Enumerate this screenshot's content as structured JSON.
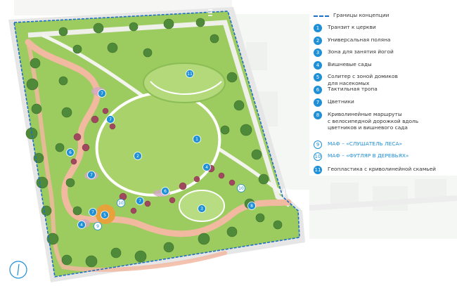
{
  "legend": {
    "boundary_label": "Границы концепции",
    "items": [
      {
        "number": "1",
        "label": "Транзит к церкви",
        "style": "filled"
      },
      {
        "number": "2",
        "label": "Универсальная поляна",
        "style": "filled"
      },
      {
        "number": "3",
        "label": "Зона для занятия йогой",
        "style": "filled"
      },
      {
        "number": "4",
        "label": "Вишневые сады",
        "style": "filled"
      },
      {
        "number": "5",
        "label": "Солитер с зоной домиков\nдля насекомых",
        "style": "filled"
      },
      {
        "number": "6",
        "label": "Тактильная тропа",
        "style": "filled"
      },
      {
        "number": "7",
        "label": "Цветники",
        "style": "filled"
      },
      {
        "number": "8",
        "label": "Криволинейные маршруты\nс велосипедной дорожкой вдоль\nцветников и вишневого сада",
        "style": "filled"
      },
      {
        "number": "9",
        "label": "МАФ – «СЛУШАТЕЛЬ ЛЕСА»",
        "style": "outline"
      },
      {
        "number": "10",
        "label": "МАФ – «ФУТЛЯР В ДЕРЕВЬЯХ»",
        "style": "outline"
      },
      {
        "number": "11",
        "label": "Геопластика с криволинейной скамьей",
        "style": "filled"
      }
    ]
  },
  "map": {
    "markers": [
      "11",
      "1",
      "2",
      "3",
      "4",
      "5",
      "6",
      "7",
      "7",
      "7",
      "7",
      "8",
      "9",
      "10",
      "10",
      "6",
      "4",
      "7"
    ]
  },
  "colors": {
    "accent": "#1f8fd6",
    "boundary": "#1f6fc4",
    "lawn": "#9ccb5f",
    "path": "#f2b9a1",
    "tree": "#4f8a3a",
    "cherry": "#a0485e"
  },
  "compass_icon": "north-arrow-icon"
}
